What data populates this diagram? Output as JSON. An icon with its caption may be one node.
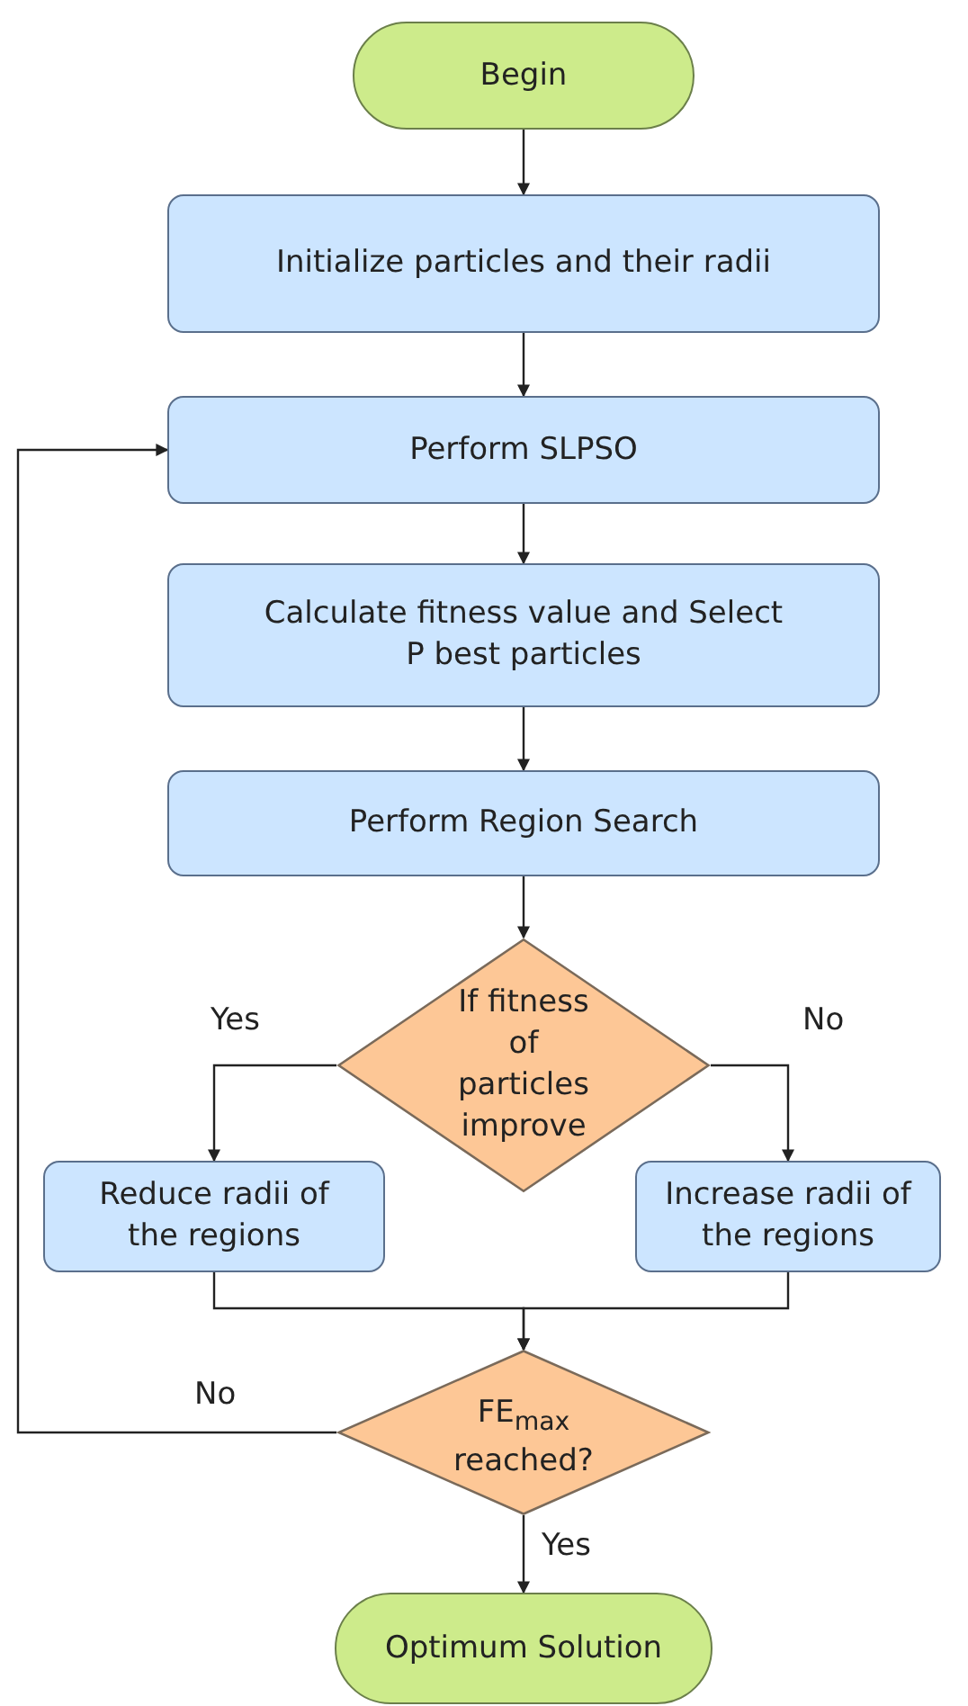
{
  "diagram": {
    "nodes": [
      {
        "text": [
          "Begin"
        ]
      },
      {
        "text": [
          "Initialize particles and their radii"
        ]
      },
      {
        "text": [
          "Perform SLPSO"
        ]
      },
      {
        "text": [
          "Calculate fitness value and Select P best particles"
        ]
      },
      {
        "text": [
          "Perform Region Search"
        ]
      },
      {
        "text": [
          "If fitness of particles improve"
        ]
      },
      {
        "text": [
          "Reduce radii of the regions"
        ]
      },
      {
        "text": [
          "Increase radii of the regions"
        ]
      },
      {
        "text": [
          "FE$_{max}$ reached?"
        ]
      },
      {
        "text": [
          "Optimum Solution"
        ]
      }
    ],
    "edges": [
      {
        "from": 0,
        "to": 1,
        "arrow": "to"
      },
      {
        "from": 1,
        "to": 2,
        "arrow": "to"
      },
      {
        "from": 2,
        "to": 3,
        "arrow": "to"
      },
      {
        "from": 3,
        "to": 4,
        "arrow": "to"
      },
      {
        "from": 4,
        "to": 5,
        "arrow": "to"
      },
      {
        "from": 5,
        "to": 6,
        "arrow": "to",
        "label": "Yes"
      },
      {
        "from": 5,
        "to": 7,
        "arrow": "to",
        "label": "No"
      },
      {
        "from": 6,
        "to": 8,
        "arrow": "to"
      },
      {
        "from": 7,
        "to": 8,
        "arrow": "to"
      },
      {
        "from": 8,
        "to": 2,
        "arrow": "to",
        "label": "No"
      },
      {
        "from": 8,
        "to": 9,
        "arrow": "to",
        "label": "Yes"
      }
    ]
  }
}
